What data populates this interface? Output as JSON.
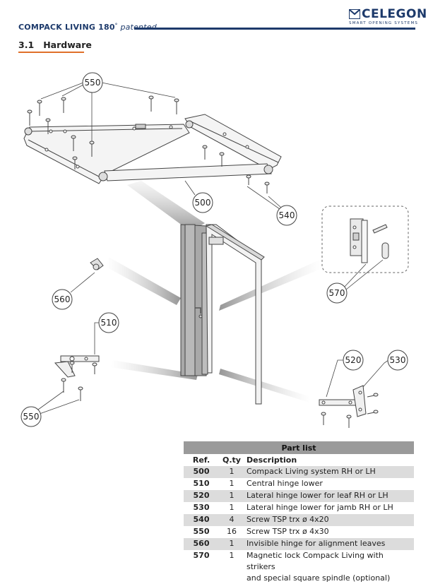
{
  "header": {
    "title": "COMPACK LIVING 180",
    "title_sup": "°",
    "title_suffix": "patented",
    "logo_name": "CELEGON",
    "logo_tagline": "SMART OPENING SYSTEMS",
    "brand_color": "#1d3a6b",
    "accent_color": "#e0702a"
  },
  "section": {
    "number": "3.1",
    "title": "Hardware"
  },
  "callouts": [
    "550",
    "500",
    "540",
    "560",
    "510",
    "570",
    "520",
    "530",
    "550"
  ],
  "part_list": {
    "caption": "Part list",
    "columns": [
      "Ref.",
      "Q.ty",
      "Description"
    ],
    "rows": [
      {
        "ref": "500",
        "qty": "1",
        "desc": "Compack Living system RH or LH",
        "desc2": ""
      },
      {
        "ref": "510",
        "qty": "1",
        "desc": "Central hinge lower",
        "desc2": ""
      },
      {
        "ref": "520",
        "qty": "1",
        "desc": "Lateral hinge lower for leaf RH or LH",
        "desc2": ""
      },
      {
        "ref": "530",
        "qty": "1",
        "desc": "Lateral hinge lower for jamb RH or LH",
        "desc2": ""
      },
      {
        "ref": "540",
        "qty": "4",
        "desc": "Screw TSP trx ø 4x20",
        "desc2": ""
      },
      {
        "ref": "550",
        "qty": "16",
        "desc": "Screw TSP trx ø 4x30",
        "desc2": ""
      },
      {
        "ref": "560",
        "qty": "1",
        "desc": "Invisible hinge for alignment leaves",
        "desc2": ""
      },
      {
        "ref": "570",
        "qty": "1",
        "desc": "Magnetic lock Compack Living with strikers",
        "desc2": "and special square spindle (optional)"
      }
    ]
  }
}
